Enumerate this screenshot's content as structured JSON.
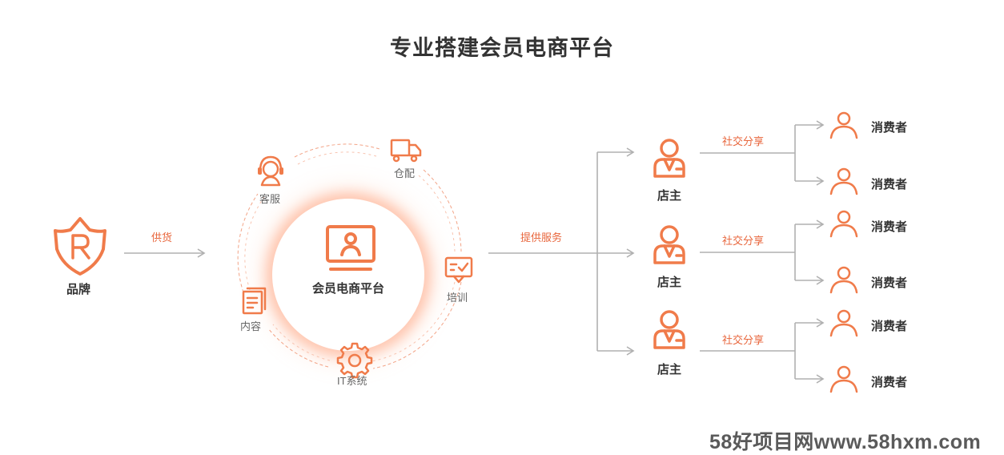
{
  "title": "专业搭建会员电商平台",
  "brand": {
    "label": "品牌"
  },
  "supply": {
    "label": "供货"
  },
  "platform": {
    "label": "会员电商平台",
    "services": {
      "customer_service": "客服",
      "warehouse": "仓配",
      "training": "培训",
      "it_system": "IT系统",
      "content": "内容"
    }
  },
  "provide_service": {
    "label": "提供服务"
  },
  "store_owners": [
    {
      "label": "店主",
      "edge_label": "社交分享",
      "consumers": [
        "消费者",
        "消费者"
      ]
    },
    {
      "label": "店主",
      "edge_label": "社交分享",
      "consumers": [
        "消费者",
        "消费者"
      ]
    },
    {
      "label": "店主",
      "edge_label": "社交分享",
      "consumers": [
        "消费者",
        "消费者"
      ]
    }
  ],
  "watermark": "58好项目网www.58hxm.com",
  "colors": {
    "accent": "#f07b4a",
    "line": "#b0b0b0",
    "text": "#333333"
  }
}
